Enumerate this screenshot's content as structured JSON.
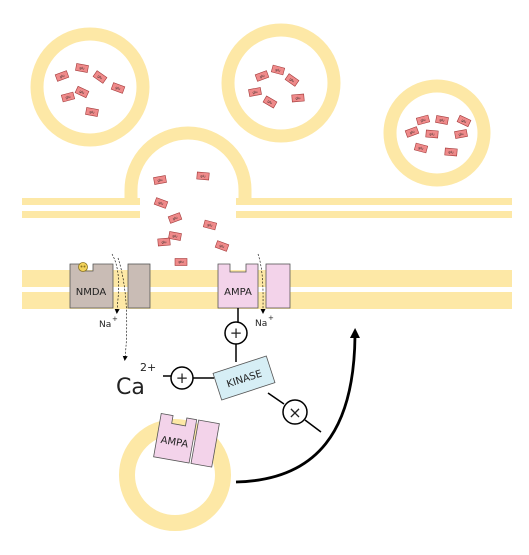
{
  "labels": {
    "nmda": "NMDA",
    "ampa_membrane": "AMPA",
    "ampa_vesicle": "AMPA",
    "kinase": "KINASE",
    "na_nmda": "Na",
    "na_nmda_charge": "+",
    "na_ampa": "Na",
    "na_ampa_charge": "+",
    "ca": "Ca",
    "ca_charge": "2+",
    "plus": "+",
    "times": "×",
    "glu": "glu"
  },
  "colors": {
    "membrane": "#fde8a6",
    "nmda_fill": "#c9bcb5",
    "ampa_fill": "#f3d3ea",
    "kinase_fill": "#d6eef5",
    "glu_fill": "#ef8a8a",
    "glu_stroke": "#a33a3a",
    "ligand": "#f2d25a",
    "line": "#000000"
  }
}
